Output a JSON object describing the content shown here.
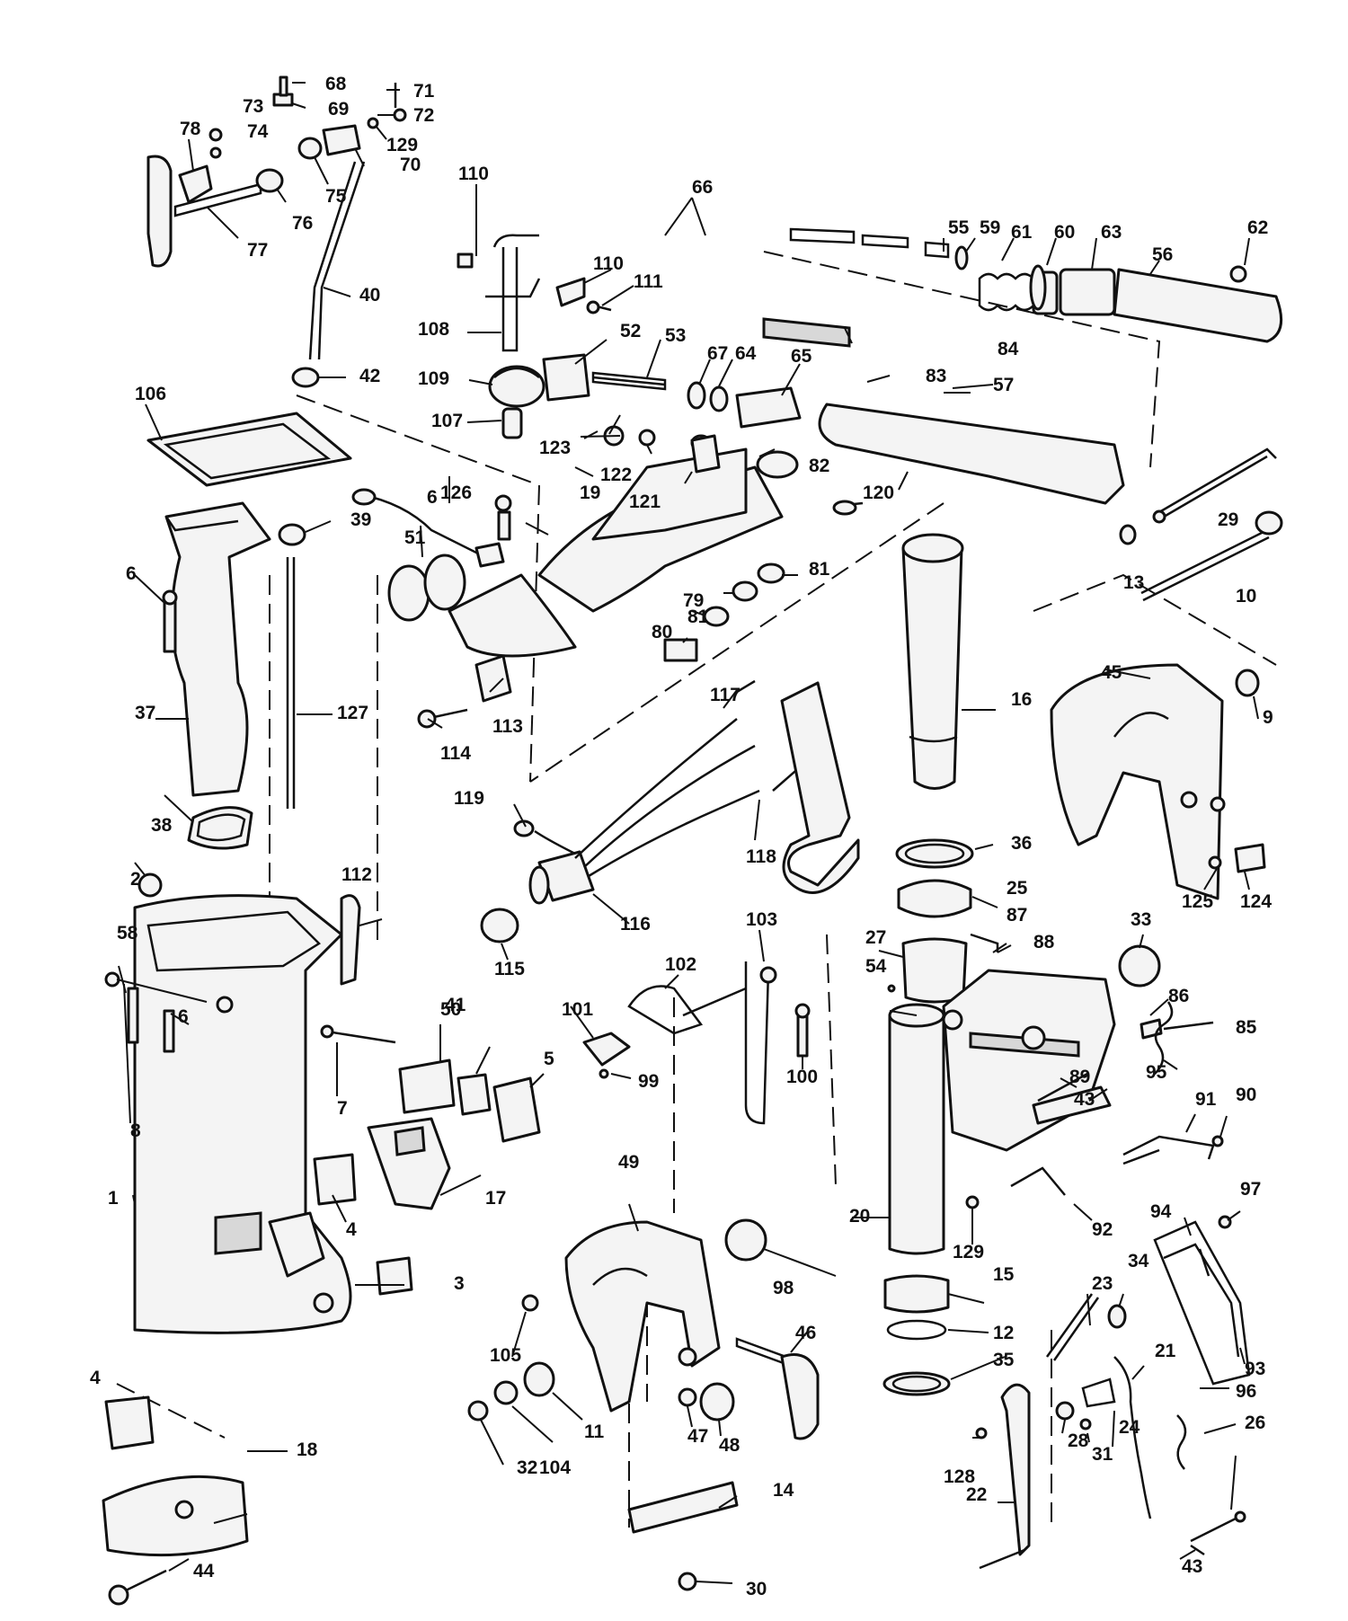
{
  "callouts": [
    "1",
    "2",
    "3",
    "4",
    "5",
    "6",
    "7",
    "8",
    "9",
    "10",
    "11",
    "12",
    "13",
    "14",
    "15",
    "16",
    "17",
    "18",
    "19",
    "20",
    "21",
    "22",
    "23",
    "24",
    "25",
    "26",
    "27",
    "28",
    "29",
    "30",
    "31",
    "32",
    "33",
    "34",
    "35",
    "36",
    "37",
    "38",
    "39",
    "40",
    "41",
    "42",
    "43",
    "44",
    "45",
    "46",
    "47",
    "48",
    "49",
    "50",
    "51",
    "52",
    "53",
    "54",
    "55",
    "56",
    "57",
    "58",
    "59",
    "60",
    "61",
    "62",
    "63",
    "64",
    "65",
    "66",
    "67",
    "68",
    "69",
    "70",
    "71",
    "72",
    "73",
    "74",
    "75",
    "76",
    "77",
    "78",
    "79",
    "80",
    "81",
    "82",
    "83",
    "84",
    "85",
    "86",
    "87",
    "88",
    "89",
    "90",
    "91",
    "92",
    "93",
    "94",
    "95",
    "96",
    "97",
    "98",
    "99",
    "100",
    "101",
    "102",
    "103",
    "104",
    "105",
    "106",
    "107",
    "108",
    "109",
    "110",
    "111",
    "112",
    "113",
    "114",
    "115",
    "116",
    "117",
    "118",
    "119",
    "120",
    "121",
    "122",
    "123",
    "124",
    "125",
    "126",
    "127",
    "128",
    "129"
  ]
}
